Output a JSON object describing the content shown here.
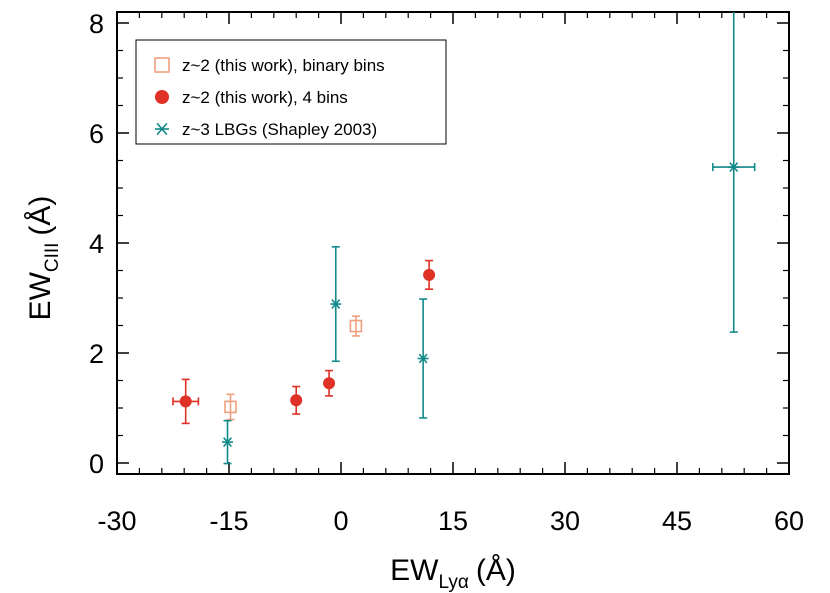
{
  "chart_data": {
    "type": "scatter",
    "xlabel_main": "EW",
    "xlabel_sub": "Lyα",
    "xlabel_unit": "(Å)",
    "ylabel_main": "EW",
    "ylabel_sub": "CIII",
    "ylabel_unit": "(Å)",
    "xlim": [
      -30,
      60
    ],
    "ylim": [
      -0.2,
      8.2
    ],
    "x_ticks": [
      -30,
      -15,
      0,
      15,
      30,
      45,
      60
    ],
    "x_tick_labels": [
      "-30",
      "-15",
      "0",
      "15",
      "30",
      "45",
      "60"
    ],
    "y_ticks": [
      0,
      2,
      4,
      6,
      8
    ],
    "y_tick_labels": [
      "0",
      "2",
      "4",
      "6",
      "8"
    ],
    "x_minor_step": 3,
    "y_minor_step": 0.5,
    "legend_position": "top-left",
    "series": [
      {
        "name": "z~2 (this work), binary bins",
        "marker": "open-square",
        "color": "#f0a07e",
        "points": [
          {
            "x": -14.8,
            "y": 1.02,
            "yerr": 0.23
          },
          {
            "x": 2.0,
            "y": 2.49,
            "yerr": 0.18
          }
        ]
      },
      {
        "name": "z~2 (this work), 4 bins",
        "marker": "filled-circle",
        "color": "#e03126",
        "points": [
          {
            "x": -20.8,
            "y": 1.12,
            "xerr": 1.7,
            "yerr": 0.4
          },
          {
            "x": -6.0,
            "y": 1.14,
            "yerr": 0.25
          },
          {
            "x": -1.6,
            "y": 1.45,
            "yerr": 0.23
          },
          {
            "x": 11.8,
            "y": 3.42,
            "yerr": 0.26
          }
        ]
      },
      {
        "name": "z~3 LBGs (Shapley 2003)",
        "marker": "asterisk",
        "color": "#138a8a",
        "points": [
          {
            "x": -15.2,
            "y": 0.38,
            "yerr": 0.39
          },
          {
            "x": -0.7,
            "y": 2.89,
            "yerr": 1.04
          },
          {
            "x": 11.0,
            "y": 1.9,
            "yerr": 1.08
          },
          {
            "x": 52.6,
            "y": 5.38,
            "xerr": 2.8,
            "yerr": 3.0
          }
        ]
      }
    ]
  }
}
